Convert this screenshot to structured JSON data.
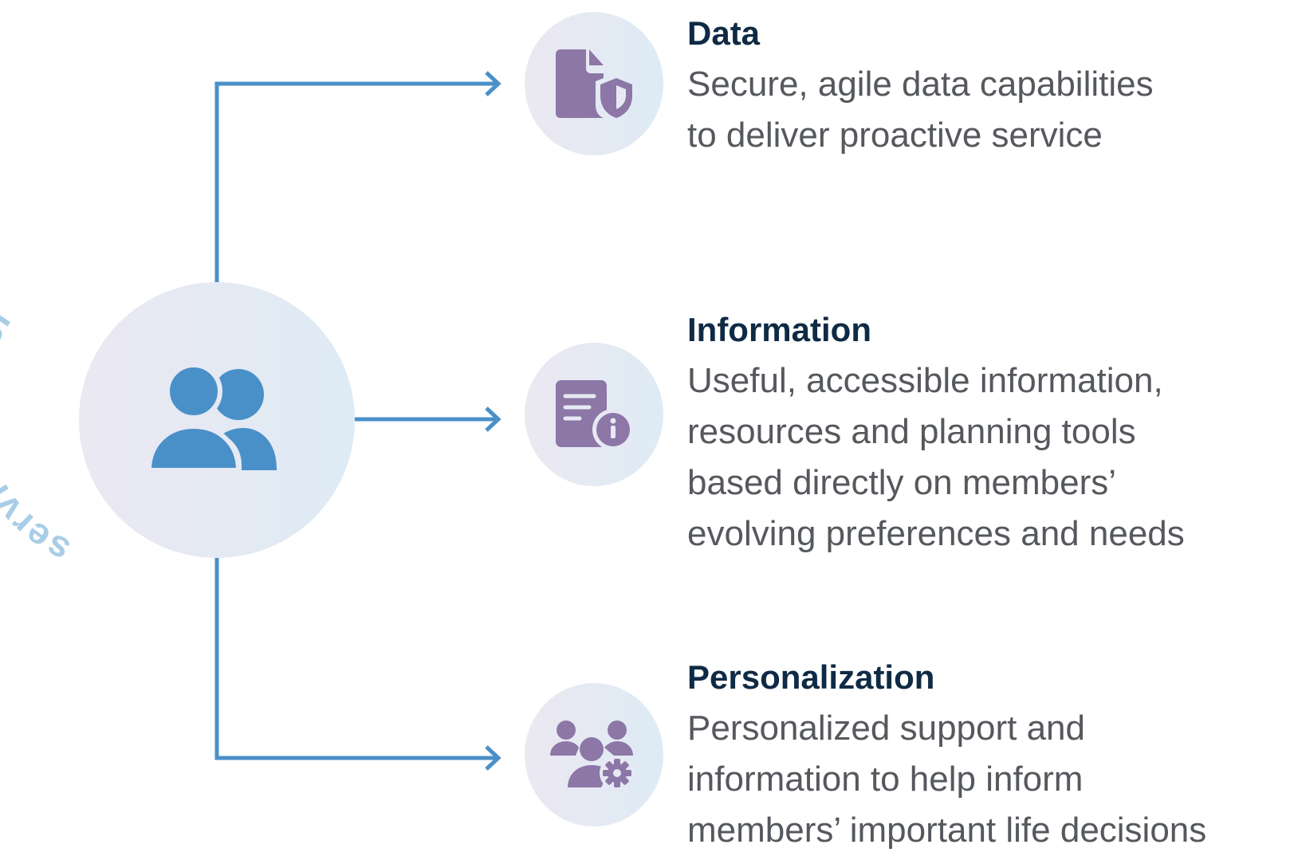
{
  "diagram": {
    "hub_label": "service model",
    "items": [
      {
        "title": "Data",
        "description": "Secure, agile data capabilities\nto deliver proactive service",
        "icon": "file-shield-icon"
      },
      {
        "title": "Information",
        "description": "Useful, accessible information,\nresources and planning tools\nbased directly on members’\nevolving preferences and needs",
        "icon": "document-info-icon"
      },
      {
        "title": "Personalization",
        "description": "Personalized support and\ninformation to help inform\nmembers’ important life decisions",
        "icon": "users-gear-icon"
      }
    ],
    "colors": {
      "connector": "#4a90c8",
      "hub_icon": "#4a90c8",
      "node_icon": "#8c77a7",
      "title": "#0f2a45",
      "text": "#55585d",
      "hub_label": "#a9cde6"
    }
  }
}
